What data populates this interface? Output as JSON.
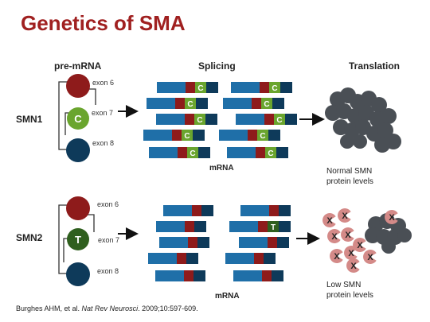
{
  "slide": {
    "title": "Genetics of SMA",
    "citation_prefix": "Burghes AHM, et al. ",
    "citation_journal": "Nat Rev Neurosci",
    "citation_suffix": ". 2009;10:597-609."
  },
  "headers": {
    "pre_mrna": "pre-mRNA",
    "splicing": "Splicing",
    "translation": "Translation"
  },
  "genes": {
    "smn1": {
      "label": "SMN1",
      "exon6": "exon 6",
      "exon7": "exon 7",
      "exon8": "exon 8",
      "exon7_letter": "C",
      "mrna_label": "mRNA",
      "protein_text_line1": "Normal SMN",
      "protein_text_line2": "protein levels"
    },
    "smn2": {
      "label": "SMN2",
      "exon6": "exon 6",
      "exon7": "exon 7",
      "exon8": "exon 8",
      "exon7_letter": "T",
      "mrna_label": "mRNA",
      "protein_text_line1": "Low SMN",
      "protein_text_line2": "protein levels"
    }
  },
  "marks": {
    "c_letter": "C",
    "t_letter": "T",
    "x_letter": "X"
  },
  "colors": {
    "title": "#a02020",
    "exon_blue": "#1f6fa8",
    "exon_red": "#8e1b1b",
    "exon_green_c": "#6aa52e",
    "exon_green_t": "#2f5f1e",
    "exon_navy": "#0e3a5a",
    "protein_gray": "#4a4f55",
    "degraded_pink": "#d48a88"
  }
}
